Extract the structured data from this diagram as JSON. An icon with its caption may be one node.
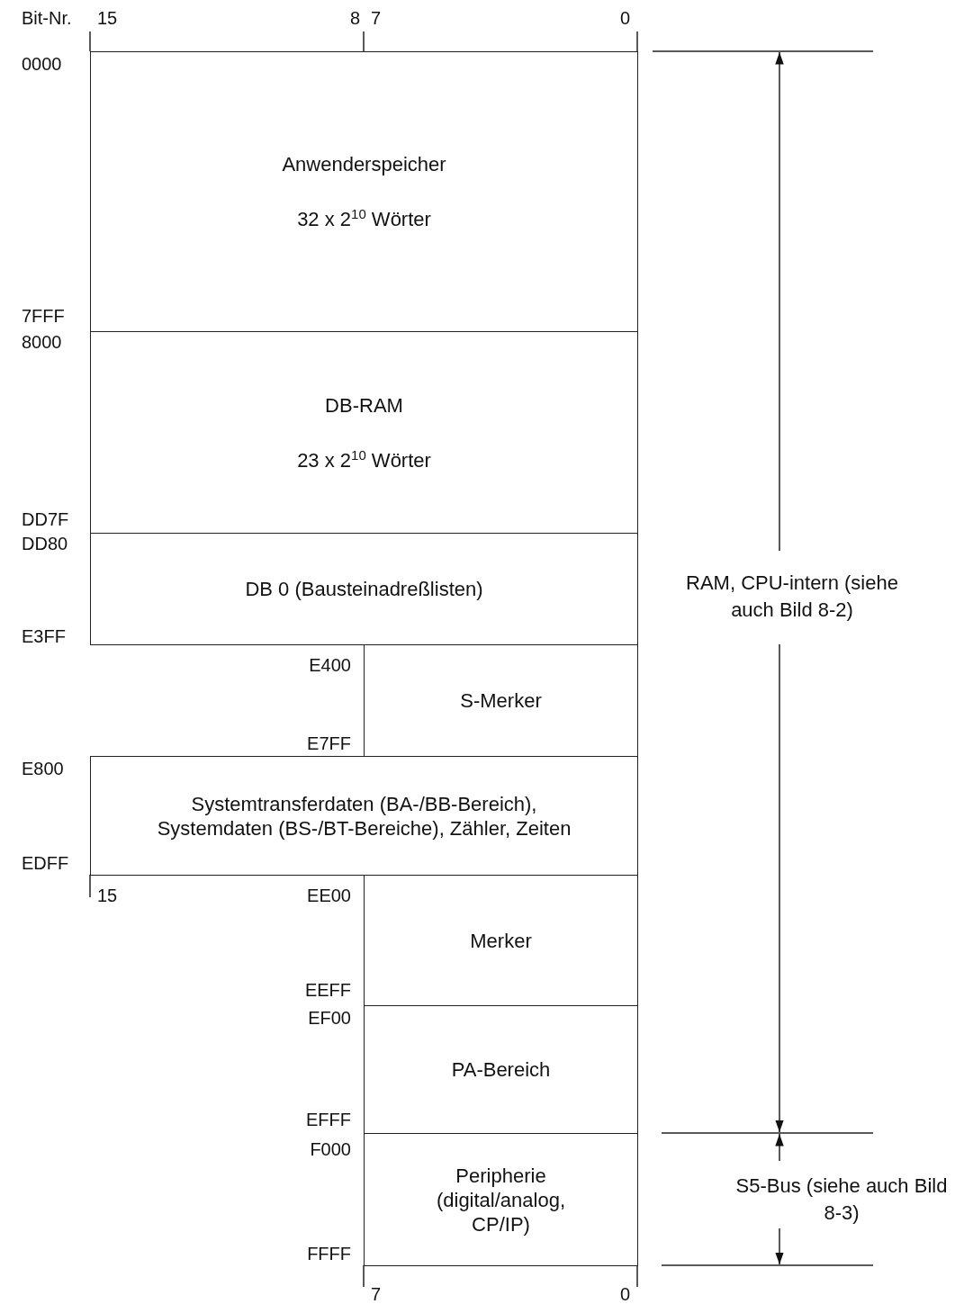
{
  "diagram": {
    "nodes": [
      {
        "text": [
          "Anwenderspeicher",
          "32 x 2$^{10}$ Wörter"
        ]
      },
      {
        "text": [
          "DB-RAM",
          "23 x 2$^{10}$ Wörter"
        ]
      },
      {
        "text": [
          "DB 0 (Bausteinadreßlisten)"
        ]
      },
      {
        "text": [
          "S-Merker"
        ]
      },
      {
        "text": [
          "Systemtransferdaten (BA-/BB-Bereich), Systemdaten (BS-/BT-Bereiche), Zähler, Zeiten"
        ]
      },
      {
        "text": [
          "Merker"
        ]
      },
      {
        "text": [
          "PA-Bereich"
        ]
      },
      {
        "text": [
          "Peripherie (digital/analog, CP/IP)"
        ]
      }
    ],
    "labels": [
      "Bit-Nr.",
      "15",
      "8",
      "7",
      "0",
      "0000",
      "7FFF",
      "8000",
      "DD7F",
      "DD80",
      "RAM, CPU-intern (siehe auch Bild 8-2)",
      "E3FF",
      "E400",
      "E7FF",
      "E800",
      "EDFF",
      "15",
      "EE00",
      "EEFF",
      "EF00",
      "EFFF",
      "F000",
      "S5-Bus (siehe auch Bild 8-3)",
      "FFFF",
      "7",
      "0"
    ]
  }
}
